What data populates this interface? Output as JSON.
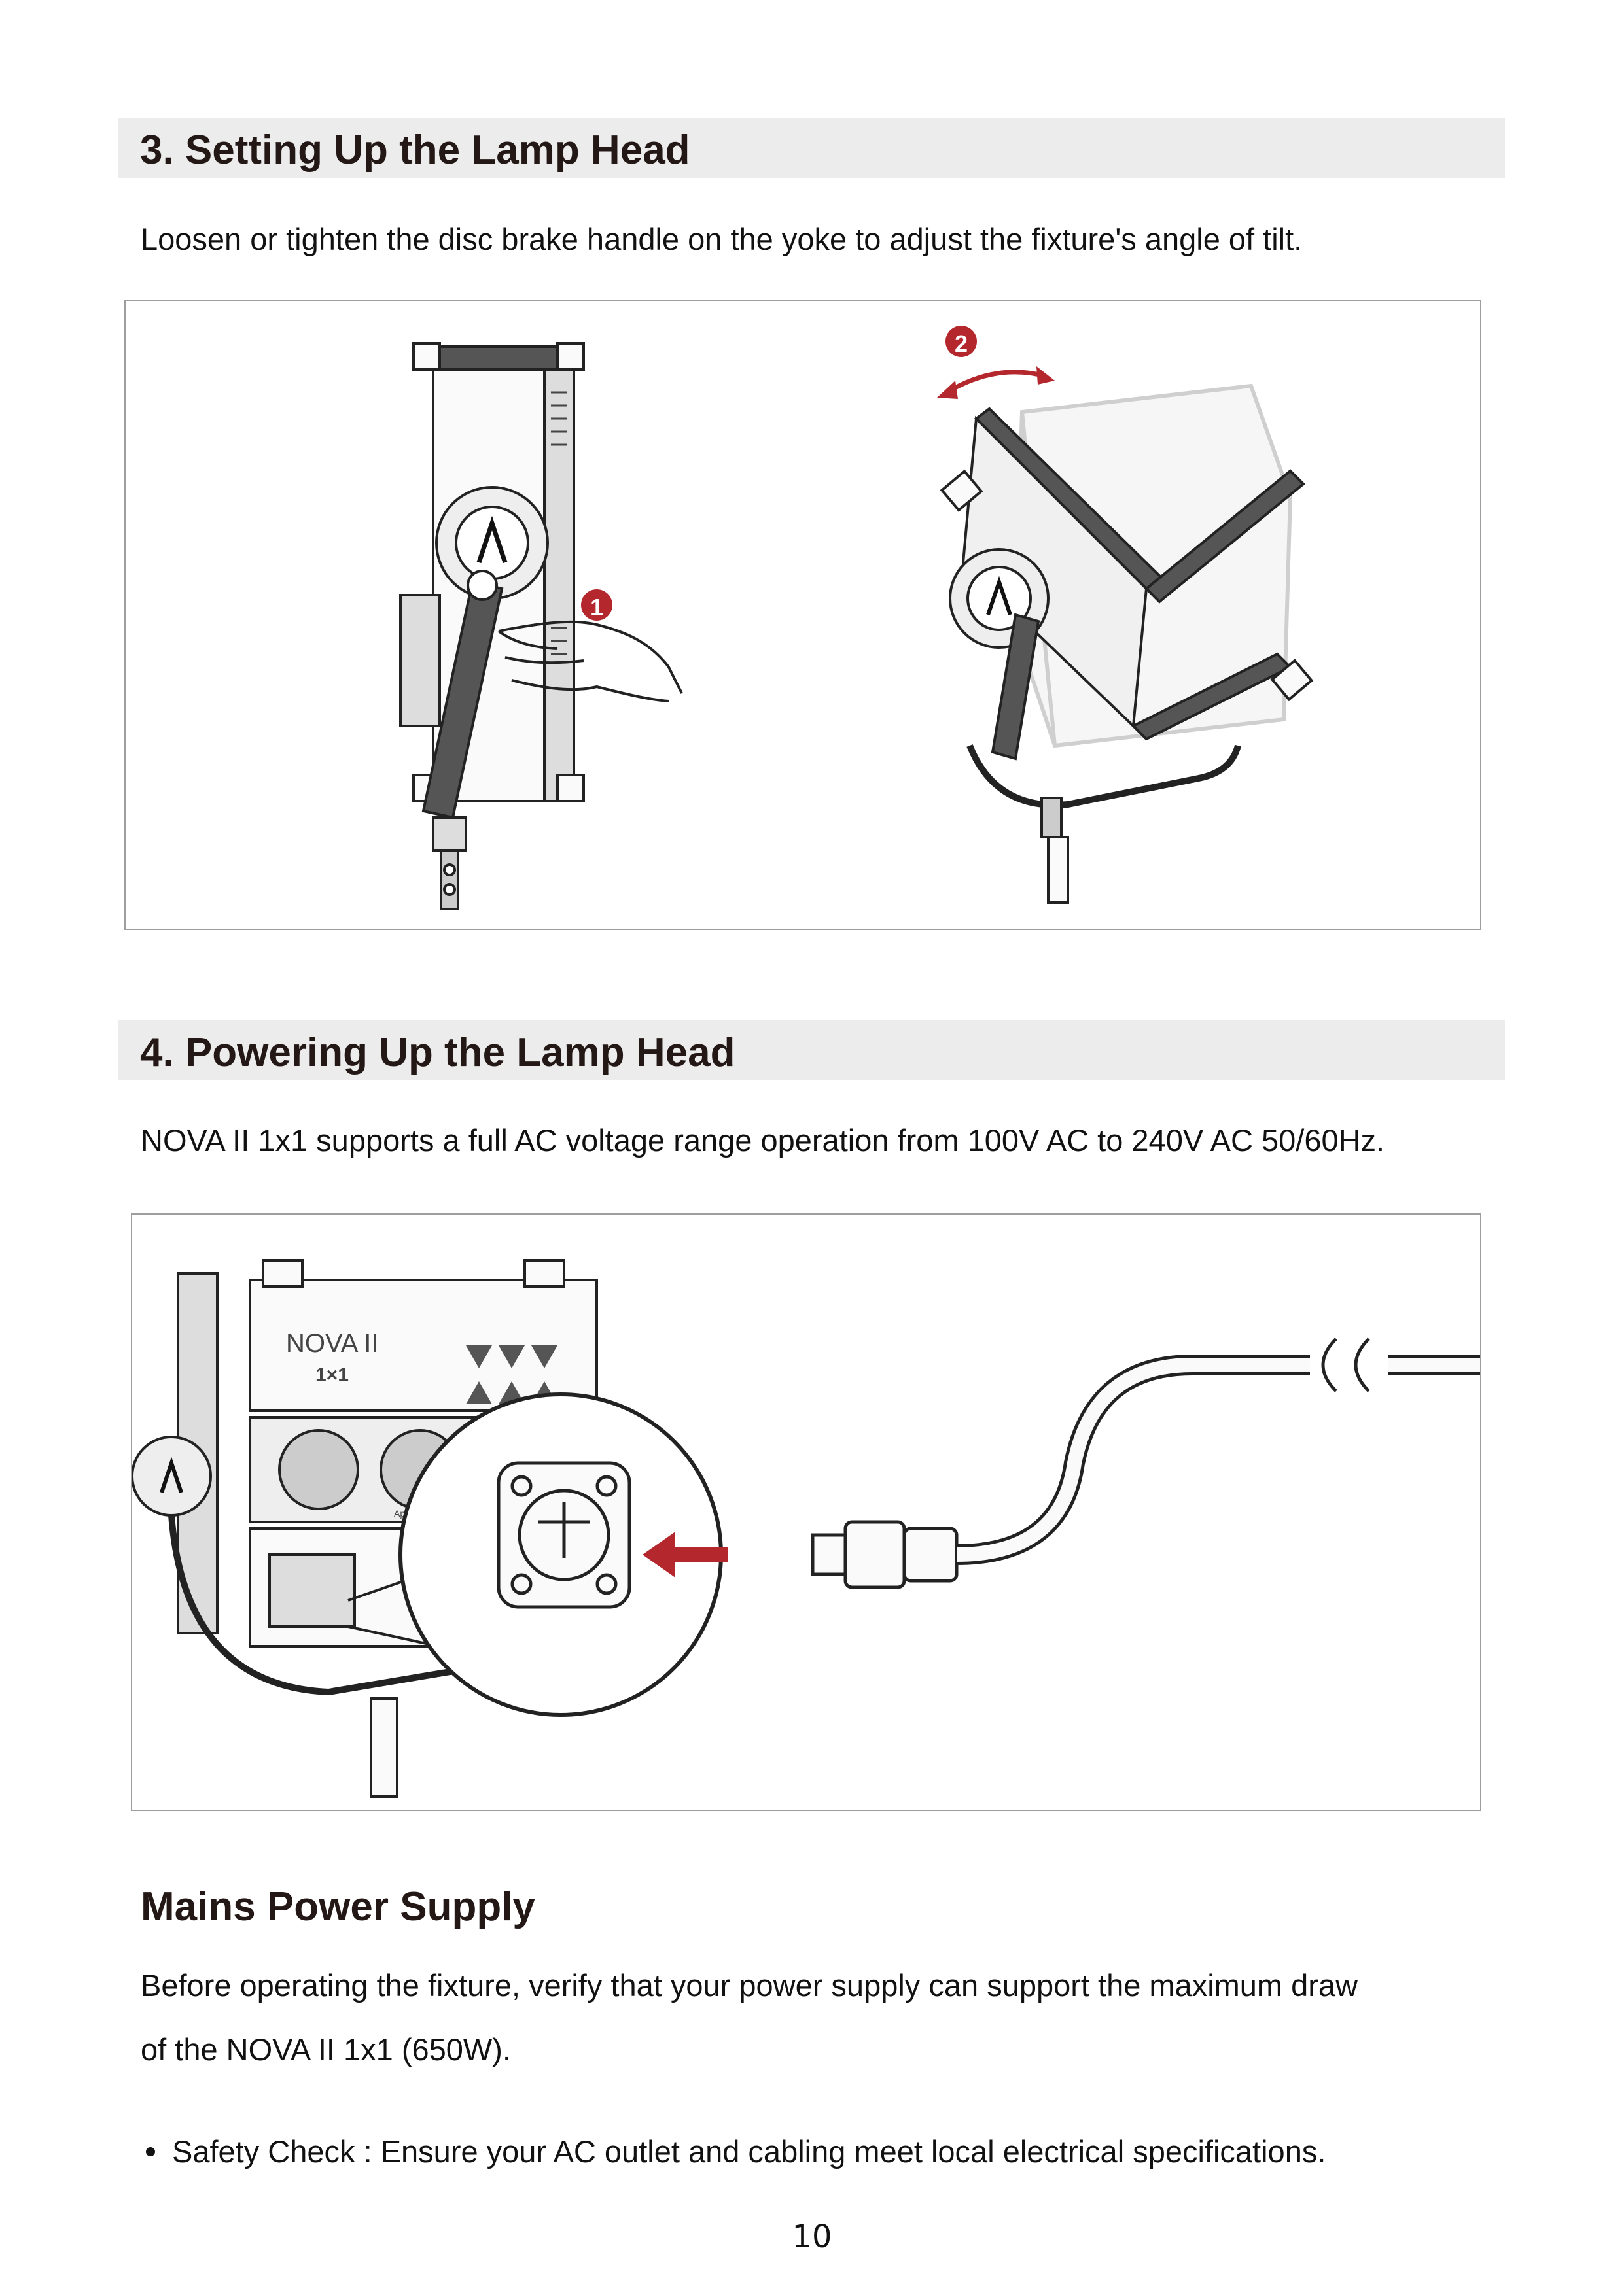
{
  "section3": {
    "heading": "3. Setting Up the Lamp Head",
    "body": "Loosen or tighten the disc brake handle on the yoke to adjust the fixture's angle of tilt.",
    "figure": {
      "step1_label": "1",
      "step2_label": "2"
    }
  },
  "section4": {
    "heading": "4. Powering Up the Lamp Head",
    "body": "NOVA II 1x1 supports a full AC voltage range operation from 100V AC to 240V AC 50/60Hz.",
    "figure": {
      "product_name": "NOVA II",
      "product_size": "1×1",
      "brand": "Aputure"
    }
  },
  "mains": {
    "heading": "Mains Power Supply",
    "body_line1": "Before operating the fixture, verify that your power supply can support the maximum draw",
    "body_line2": "of the NOVA II 1x1 (650W).",
    "bullet": "Safety Check : Ensure your AC outlet and cabling meet local electrical specifications."
  },
  "footer": {
    "page_number": "10"
  },
  "colors": {
    "accent": "#b3272d",
    "heading_bg": "#ececec",
    "heading_text": "#231815",
    "figure_border": "#9e9e9e"
  }
}
